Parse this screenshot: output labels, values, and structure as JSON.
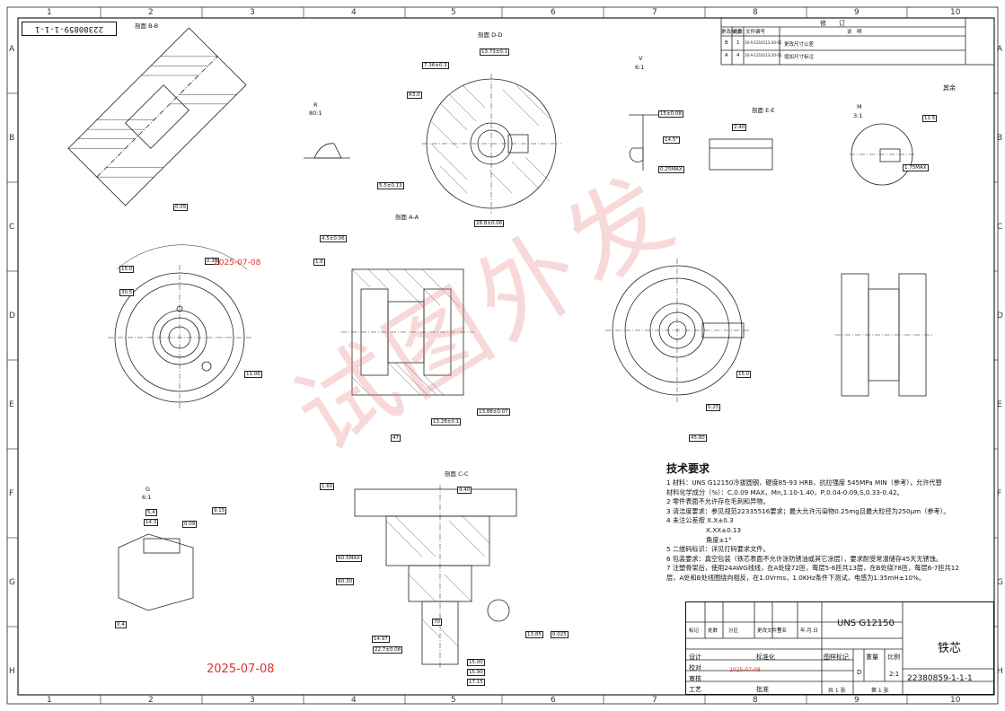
{
  "frame": {
    "columns": [
      "1",
      "2",
      "3",
      "4",
      "5",
      "6",
      "7",
      "8",
      "9",
      "10"
    ],
    "rows": [
      "A",
      "B",
      "C",
      "D",
      "E",
      "F",
      "G",
      "H"
    ]
  },
  "drawing_number_rotated": "22380859-1-1-1",
  "watermark": "试图外发",
  "stamps": [
    "2025-07-08"
  ],
  "revision_table": {
    "title": "修　　订",
    "headers": [
      "更改标记",
      "处数",
      "文件编号",
      "说　明"
    ],
    "rows": [
      {
        "mark": "B",
        "count": "1",
        "doc": "10-A-1210113-20-02",
        "desc": "更改尺寸公差"
      },
      {
        "mark": "A",
        "count": "4",
        "doc": "10-A-1210113-20-01",
        "desc": "增加尺寸标注"
      }
    ]
  },
  "surface_note": "其余",
  "section_views": {
    "b_b": "剖面 B-B",
    "d_d": "剖面 D-D",
    "a_a": "剖面 A-A",
    "e_e": "剖面 E-E",
    "c_c": "剖面 C-C"
  },
  "detail_views": {
    "r": "R",
    "r_scale": "80:1",
    "v": "V",
    "v_scale": "6:1",
    "m": "M",
    "m_scale": "3:1",
    "g": "G",
    "g_scale": "6:1"
  },
  "dimensions": {
    "d1": "13.73±0.1",
    "d2": "7.36±0.3",
    "d3": "R3.0",
    "d4": "5.5±0.13",
    "d5": "15±0.08",
    "d6": "14.5°",
    "d7": "0.25MAX",
    "d8": "2.40",
    "d9": "1.75MAX",
    "d10": "11.5",
    "d11": "28.8±0.06",
    "d12": "15.0",
    "d13": "30.5",
    "d14": "1.6",
    "d15": "13.28±0.1",
    "d16": "13.88±0.07",
    "d17": "45.80",
    "d18": "47",
    "d19": "11.06",
    "d20": "15.0",
    "d21": "0.25",
    "d22": "9.40",
    "d23": "14.97",
    "d24": "22.7±0.08",
    "d25": "15.00",
    "d26": "15.90",
    "d27": "17.15",
    "d28": "5.4",
    "d29": "14.3",
    "d30": "9.15",
    "d31": "0.09",
    "d32": "0.4",
    "d33": "4.5±0.06",
    "d34": "0.38",
    "d35": "0.05",
    "d36": "R0.5MAX",
    "d37": "R0.30",
    "d38": "70",
    "d39": "13.85",
    "d40": "1.60",
    "d41": "0.025"
  },
  "tech_requirements": {
    "title": "技术要求",
    "lines": [
      "1 材料：UNS G12150冷拔圆钢，硬度85-93 HRB，抗拉强度 545MPa MIN（参考），允许代替",
      "材料化学成分（%）：C,0.09 MAX，Mn,1.10-1.40，P,0.04-0.09,S,0.33-0.42。",
      "2 零件表面不允许存在毛刺和异物。",
      "3 清洁度要求：参见规范22335516要求；最大允许污染物0.25mg且最大粒径为250μm（参考）。",
      "4 未注公差按 X.X±0.3",
      "X.XX±0.13",
      "角度±1°",
      "5 二维码标识：详见打码要求文件。",
      "6 包装要求：真空包装（铁芯表面不允许涂防锈油或其它涂层），要求耐受常温储存45天无锈蚀。",
      "7 注塑骨架后，使用24AWG线线，在A处绕72匝，每层5-6匝共13层，在B处绕78匝，每层6-7匝共12",
      "层，A处和B处线圈绕向相反，在1.0Vrms，1.0KHz条件下测试，电感为1.35mH±10%。"
    ]
  },
  "title_block": {
    "material": "UNS G12150",
    "part_name": "铁芯",
    "drawing_no": "22380859-1-1-1",
    "headers": [
      "标记",
      "处数",
      "分区",
      "更改文件号",
      "签名",
      "年.月.日"
    ],
    "roles": [
      "设计",
      "校对",
      "审核",
      "工艺",
      "标准化",
      "批准"
    ],
    "labels": {
      "stage_mark": "图样标记",
      "weight": "重量",
      "scale": "比例",
      "scale_value": "2:1",
      "sheet_total": "共 1 张",
      "sheet_no": "第 1 张",
      "stage": "D"
    }
  }
}
